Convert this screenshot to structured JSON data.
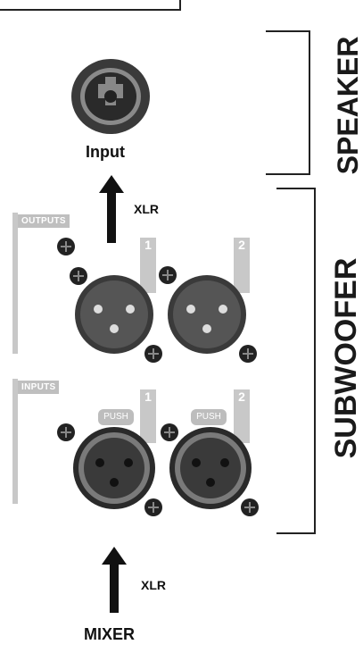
{
  "labels": {
    "speaker": "SPEAKER",
    "subwoofer": "SUBWOOFER",
    "input": "Input",
    "xlr_top": "XLR",
    "xlr_bottom": "XLR",
    "mixer": "MIXER",
    "outputs": "OUTPUTS",
    "inputs": "INPUTS",
    "output_1": "1",
    "output_2": "2",
    "input_1": "1",
    "input_2": "2",
    "push_1": "PUSH",
    "push_2": "PUSH"
  },
  "colors": {
    "connector_dark": "#2a2a2a",
    "connector_mid": "#555555",
    "panel_gray": "#c8c8c8",
    "line": "#111111"
  }
}
